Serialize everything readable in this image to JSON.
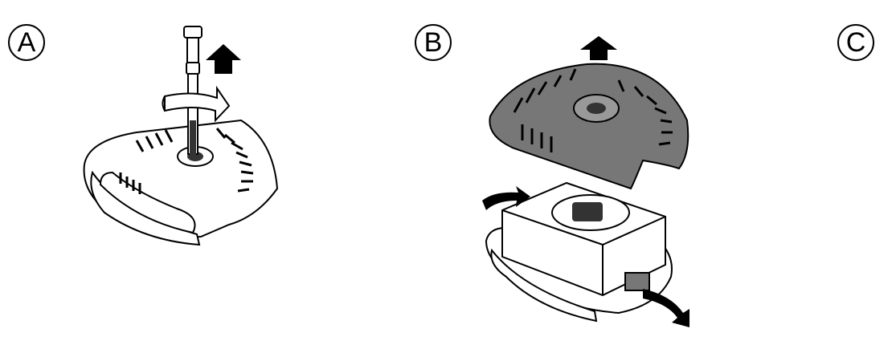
{
  "steps": [
    {
      "id": "a",
      "label": "A"
    },
    {
      "id": "b",
      "label": "B"
    },
    {
      "id": "c",
      "label": "C"
    }
  ],
  "colors": {
    "ink": "#000000",
    "cover": "#777777",
    "dark": "#333333",
    "background": "#ffffff"
  }
}
